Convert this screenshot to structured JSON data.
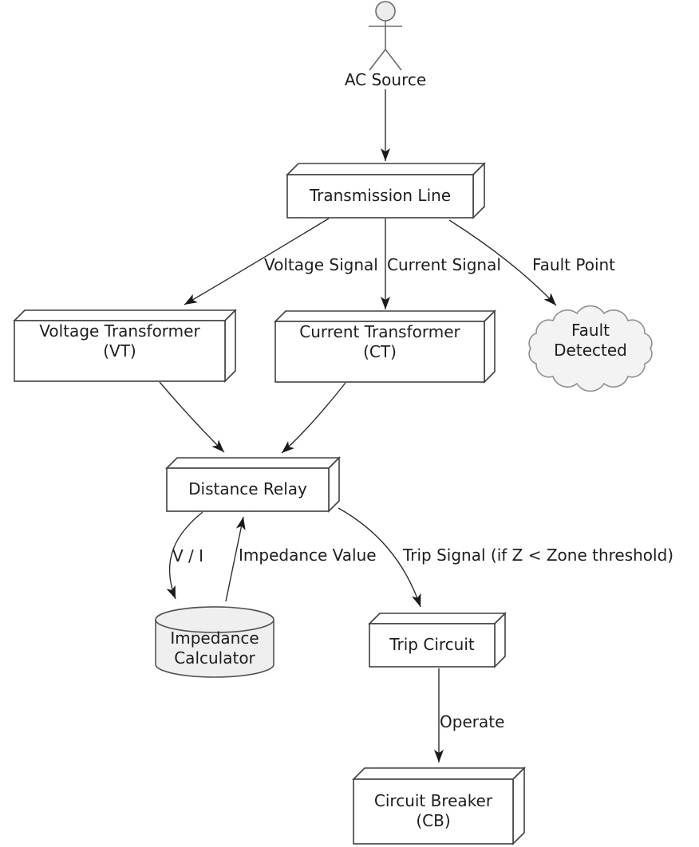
{
  "diagram": {
    "background": "#ffffff",
    "colors": {
      "node_fill": "#ffffff",
      "node_stroke": "#404040",
      "shape_fill": "#f1f1f1",
      "cloud_stroke": "#8f8f8f",
      "edge_stroke": "#2e2e2e",
      "text": "#1d1d1d"
    },
    "nodes": [
      {
        "id": "ac-source",
        "shape": "actor",
        "label": "AC Source"
      },
      {
        "id": "transmission-line",
        "shape": "box3d",
        "label": "Transmission Line"
      },
      {
        "id": "voltage-transformer",
        "shape": "box3d",
        "label": "Voltage Transformer (VT)"
      },
      {
        "id": "current-transformer",
        "shape": "box3d",
        "label": "Current Transformer (CT)"
      },
      {
        "id": "fault-detected",
        "shape": "cloud",
        "label": "Fault Detected"
      },
      {
        "id": "distance-relay",
        "shape": "box3d",
        "label": "Distance Relay"
      },
      {
        "id": "impedance-calculator",
        "shape": "cylinder",
        "label": "Impedance Calculator"
      },
      {
        "id": "trip-circuit",
        "shape": "box3d",
        "label": "Trip Circuit"
      },
      {
        "id": "circuit-breaker",
        "shape": "box3d",
        "label": "Circuit Breaker (CB)"
      }
    ],
    "edges": [
      {
        "from": "ac-source",
        "to": "transmission-line",
        "label": ""
      },
      {
        "from": "transmission-line",
        "to": "voltage-transformer",
        "label": "Voltage Signal"
      },
      {
        "from": "transmission-line",
        "to": "current-transformer",
        "label": "Current Signal"
      },
      {
        "from": "transmission-line",
        "to": "fault-detected",
        "label": "Fault Point"
      },
      {
        "from": "voltage-transformer",
        "to": "distance-relay",
        "label": ""
      },
      {
        "from": "current-transformer",
        "to": "distance-relay",
        "label": ""
      },
      {
        "from": "distance-relay",
        "to": "impedance-calculator",
        "label": "V / I"
      },
      {
        "from": "impedance-calculator",
        "to": "distance-relay",
        "label": "Impedance Value"
      },
      {
        "from": "distance-relay",
        "to": "trip-circuit",
        "label": "Trip Signal (if Z < Zone threshold)"
      },
      {
        "from": "trip-circuit",
        "to": "circuit-breaker",
        "label": "Operate"
      }
    ]
  },
  "labels": {
    "ac_source": "AC Source",
    "transmission_line": "Transmission Line",
    "vt_line1": "Voltage Transformer",
    "vt_line2": "(VT)",
    "ct_line1": "Current Transformer",
    "ct_line2": "(CT)",
    "fault_line1": "Fault",
    "fault_line2": "Detected",
    "distance_relay": "Distance Relay",
    "imp_line1": "Impedance",
    "imp_line2": "Calculator",
    "trip_circuit": "Trip Circuit",
    "cb_line1": "Circuit Breaker",
    "cb_line2": "(CB)",
    "edge_voltage": "Voltage Signal",
    "edge_current": "Current Signal",
    "edge_fault": "Fault Point",
    "edge_vi": "V / I",
    "edge_impedance": "Impedance Value",
    "edge_trip": "Trip Signal (if Z < Zone threshold)",
    "edge_operate": "Operate"
  }
}
